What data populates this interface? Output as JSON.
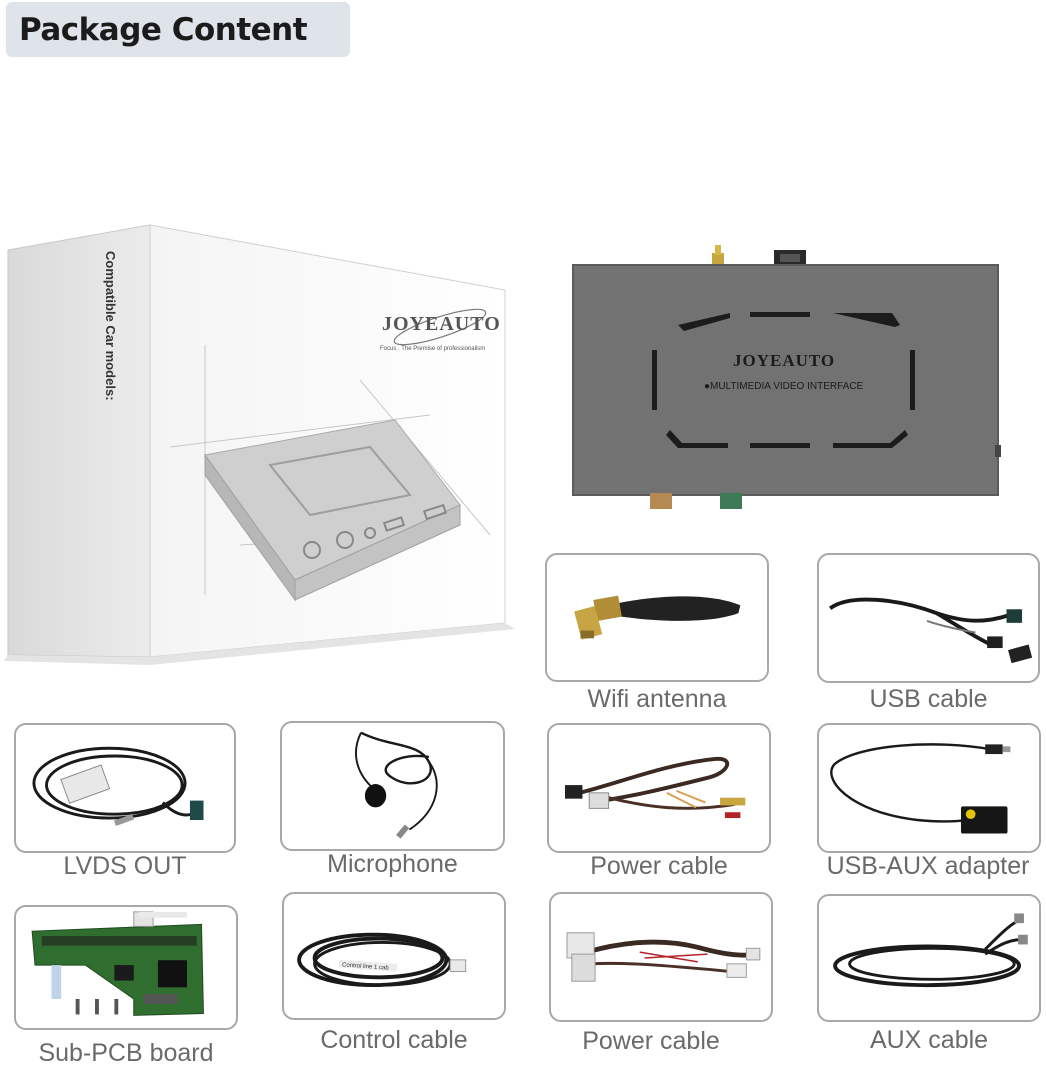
{
  "header": {
    "title": "Package Content"
  },
  "retail_box": {
    "side_text": "Compatible Car models:",
    "brand": "JOYEAUTO",
    "tagline": "Focus . The Premise of professionalism"
  },
  "device": {
    "brand": "JOYEAUTO",
    "label": "●MULTIMEDIA VIDEO INTERFACE"
  },
  "items": [
    {
      "caption": "Wifi antenna"
    },
    {
      "caption": "USB cable"
    },
    {
      "caption": "LVDS OUT"
    },
    {
      "caption": "Microphone"
    },
    {
      "caption": "Power cable"
    },
    {
      "caption": "USB-AUX adapter"
    },
    {
      "caption": "Sub-PCB board"
    },
    {
      "caption": "Control cable"
    },
    {
      "caption": "Power cable"
    },
    {
      "caption": "AUX cable"
    }
  ],
  "control_cable_tag": "Control line 1 cab"
}
